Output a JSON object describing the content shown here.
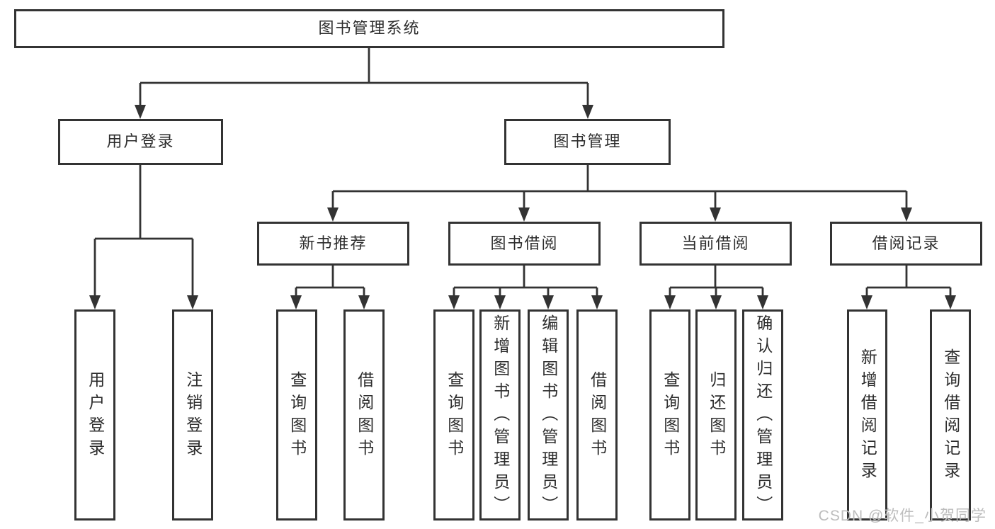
{
  "diagram": {
    "root": {
      "label": "图书管理系统"
    },
    "level2": [
      {
        "label": "用户登录"
      },
      {
        "label": "图书管理"
      }
    ],
    "level3": [
      {
        "label": "新书推荐"
      },
      {
        "label": "图书借阅"
      },
      {
        "label": "当前借阅"
      },
      {
        "label": "借阅记录"
      }
    ],
    "leaves": [
      {
        "label": "用户登录"
      },
      {
        "label": "注销登录"
      },
      {
        "label": "查询图书"
      },
      {
        "label": "借阅图书"
      },
      {
        "label": "查询图书"
      },
      {
        "label": "新增图书（管理员）"
      },
      {
        "label": "编辑图书（管理员）"
      },
      {
        "label": "借阅图书"
      },
      {
        "label": "查询图书"
      },
      {
        "label": "归还图书"
      },
      {
        "label": "确认归还（管理员）"
      },
      {
        "label": "新增借阅记录"
      },
      {
        "label": "查询借阅记录"
      }
    ]
  },
  "watermark": {
    "text": "CSDN @软件_小贺同学"
  },
  "colors": {
    "line": "#333333",
    "text": "#2d2d2d",
    "box_fill": "#ffffff",
    "watermark": "#bdbdbd",
    "background": "#ffffff"
  }
}
